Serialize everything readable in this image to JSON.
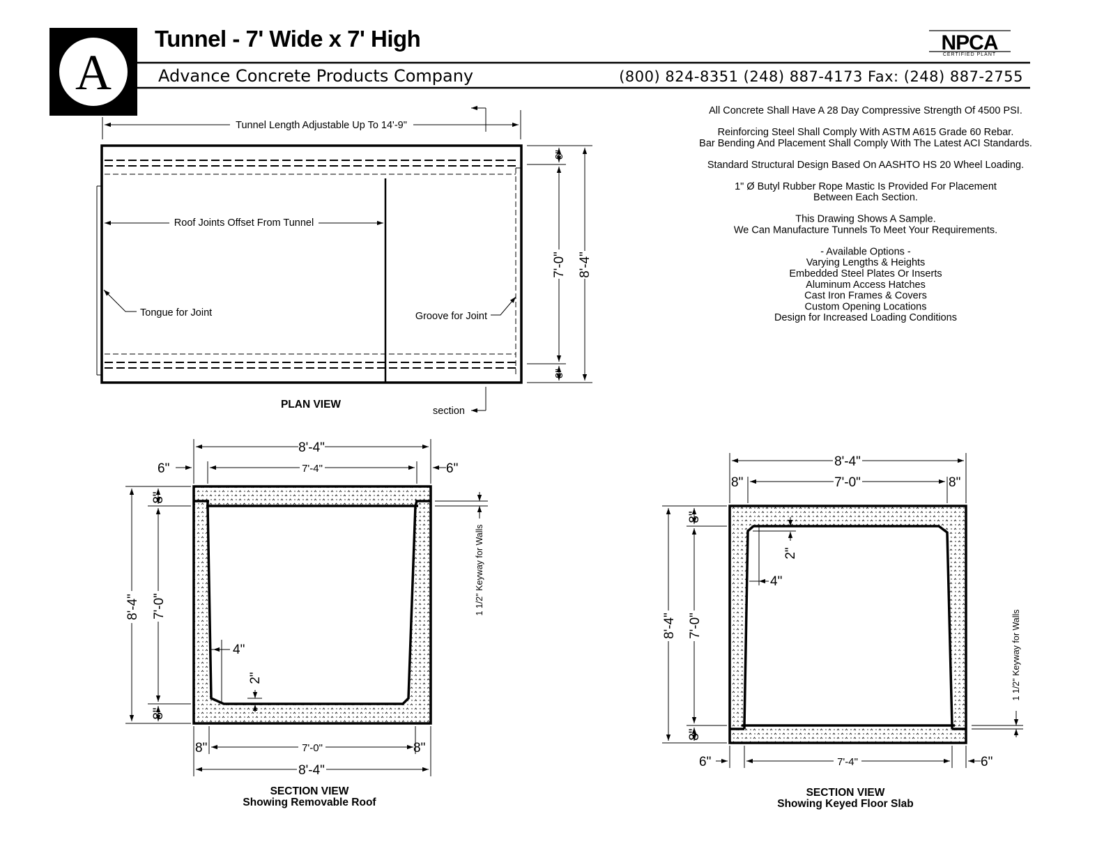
{
  "header": {
    "logo_letter": "A",
    "title": "Tunnel - 7' Wide x 7' High",
    "company": "Advance Concrete Products Company",
    "phones": "(800) 824-8351  (248) 887-4173  Fax: (248) 887-2755",
    "badge_main": "NPCA",
    "badge_sub": "CERTIFIED PLANT"
  },
  "notes": [
    [
      "All Concrete Shall Have A 28 Day Compressive Strength Of 4500 PSI."
    ],
    [
      "Reinforcing Steel Shall Comply With ASTM A615 Grade 60 Rebar.",
      "Bar Bending And Placement Shall Comply With The Latest ACI Standards."
    ],
    [
      "Standard Structural Design Based On AASHTO HS 20 Wheel Loading."
    ],
    [
      "1\" Ø Butyl Rubber Rope Mastic Is Provided For Placement",
      "Between Each Section."
    ],
    [
      "This Drawing Shows A Sample.",
      "We Can Manufacture Tunnels To Meet Your Requirements."
    ],
    [
      "- Available Options -",
      "Varying Lengths & Heights",
      "Embedded Steel Plates Or Inserts",
      "Aluminum Access Hatches",
      "Cast Iron Frames & Covers",
      "Custom Opening Locations",
      "Design for Increased Loading Conditions"
    ]
  ],
  "plan": {
    "length_label": "Tunnel Length Adjustable Up To 14'-9\"",
    "roof_joints": "Roof Joints Offset From Tunnel",
    "tongue": "Tongue for Joint",
    "groove": "Groove for Joint",
    "dim_top": "8\"",
    "dim_mid": "7'-0\"",
    "dim_bot": "8\"",
    "dim_total": "8'-4\"",
    "caption": "PLAN VIEW",
    "section": "section"
  },
  "section_roof": {
    "top_outer": "8'-4\"",
    "top_inner": "7'-4\"",
    "left_6": "6\"",
    "right_6": "6\"",
    "left_total": "8'-4\"",
    "left_inner": "7'-0\"",
    "left_top": "8\"",
    "left_bot": "8\"",
    "keyway": "1 1/2\" Keyway for Walls",
    "four": "4\"",
    "two": "2\"",
    "bot_left": "8\"",
    "bot_inner": "7'-0\"",
    "bot_right": "8\"",
    "bot_outer": "8'-4\"",
    "caption1": "SECTION VIEW",
    "caption2": "Showing Removable Roof"
  },
  "section_floor": {
    "top_outer": "8'-4\"",
    "top_left": "8\"",
    "top_inner": "7'-0\"",
    "top_right": "8\"",
    "left_total": "8'-4\"",
    "left_inner": "7'-0\"",
    "left_top": "8\"",
    "left_bot": "8\"",
    "two": "2\"",
    "four": "4\"",
    "keyway": "1 1/2\" Keyway for Walls",
    "bot_left": "6\"",
    "bot_inner": "7'-4\"",
    "bot_right": "6\"",
    "caption1": "SECTION VIEW",
    "caption2": "Showing Keyed Floor Slab"
  }
}
